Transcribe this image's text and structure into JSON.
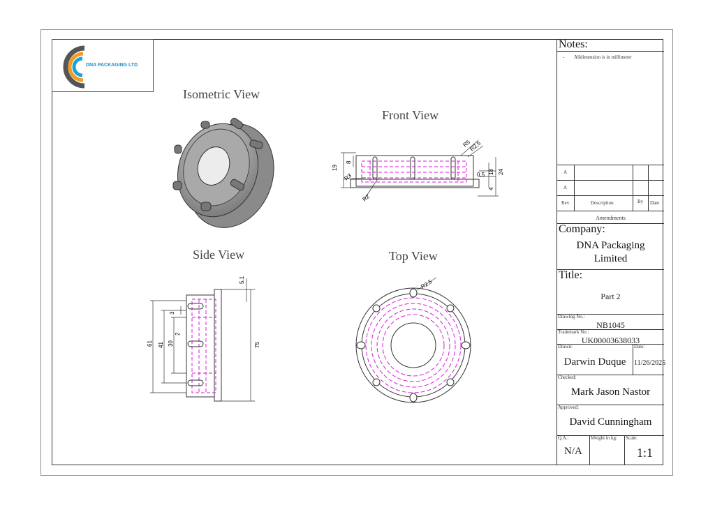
{
  "logo": {
    "text": "DNA PACKAGING LTD",
    "colors": {
      "outer": "#555555",
      "mid": "#f39c1f",
      "inner": "#1aa3d9",
      "text": "#1a8fd0"
    }
  },
  "views": {
    "isometric": "Isometric View",
    "front": "Front View",
    "side": "Side View",
    "top": "Top View"
  },
  "dims": {
    "front": {
      "r5": "R5",
      "r25": "R2,5",
      "d8": "8",
      "d19": "19",
      "r3": "R3",
      "r2": "R2",
      "d05": "0,5",
      "d18": "18",
      "d24": "24",
      "d4": "4"
    },
    "side": {
      "d51": "5,1",
      "d3": "3",
      "d2": "2",
      "d30": "30",
      "d41": "41",
      "d61": "61",
      "d75": "75"
    },
    "top": {
      "r25": "R2,5"
    }
  },
  "notes": {
    "title": "Notes:",
    "bullet": "-",
    "text": "Alldimension is in millimeter"
  },
  "revision": {
    "rows": [
      "A",
      "A"
    ],
    "headers": {
      "rev": "Rev",
      "description": "Description",
      "by": "By",
      "date": "Date"
    },
    "amendments": "Amendments"
  },
  "company": {
    "label": "Company:",
    "name_line1": "DNA Packaging",
    "name_line2": "Limited"
  },
  "title": {
    "label": "Title:",
    "value": "Part 2"
  },
  "drawing_no": {
    "label": "Drawing No.:",
    "value": "NB1045"
  },
  "trademark_no": {
    "label": "Trademark No.:",
    "value": "UK00003638033"
  },
  "drawn": {
    "label": "Drawn:",
    "value": "Darwin Duque",
    "date_label": "Date:",
    "date": "11/26/2025"
  },
  "checked": {
    "label": "Checked:",
    "value": "Mark Jason Nastor"
  },
  "approved": {
    "label": "Approved:",
    "value": "David Cunningham"
  },
  "qa": {
    "label": "Q.A.:",
    "value": "N/A",
    "weight_label": "Weight in kg:",
    "scale_label": "Scale:",
    "scale": "1:1"
  },
  "colors": {
    "hidden_lines": "#d81bd8",
    "outline": "#333333",
    "part_grey": "#9a9a9a"
  }
}
